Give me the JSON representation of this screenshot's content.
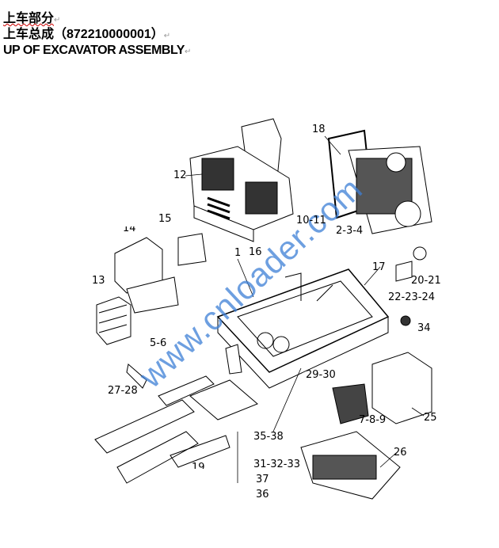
{
  "header": {
    "line1": "上车部分",
    "line2": "上车总成（872210000001）",
    "line3": "UP OF EXCAVATOR ASSEMBLY",
    "return_mark": "↵"
  },
  "watermark": "www.cnloader.com",
  "labels": {
    "l18": "18",
    "l12": "12",
    "l10_11": "10-11",
    "l2_3_4": "2-3-4",
    "l15": "15",
    "l14": "14",
    "l1": "1",
    "l16": "16",
    "l17": "17",
    "l13": "13",
    "l20_21": "20-21",
    "l22_23_24": "22-23-24",
    "l34": "34",
    "l5_6": "5-6",
    "l29_30": "29-30",
    "l27_28": "27-28",
    "l7_8_9": "7-8-9",
    "l25": "25",
    "l35_38": "35-38",
    "l26": "26",
    "l31_32_33": "31-32-33",
    "l37": "37",
    "l36": "36",
    "l19": "19"
  }
}
